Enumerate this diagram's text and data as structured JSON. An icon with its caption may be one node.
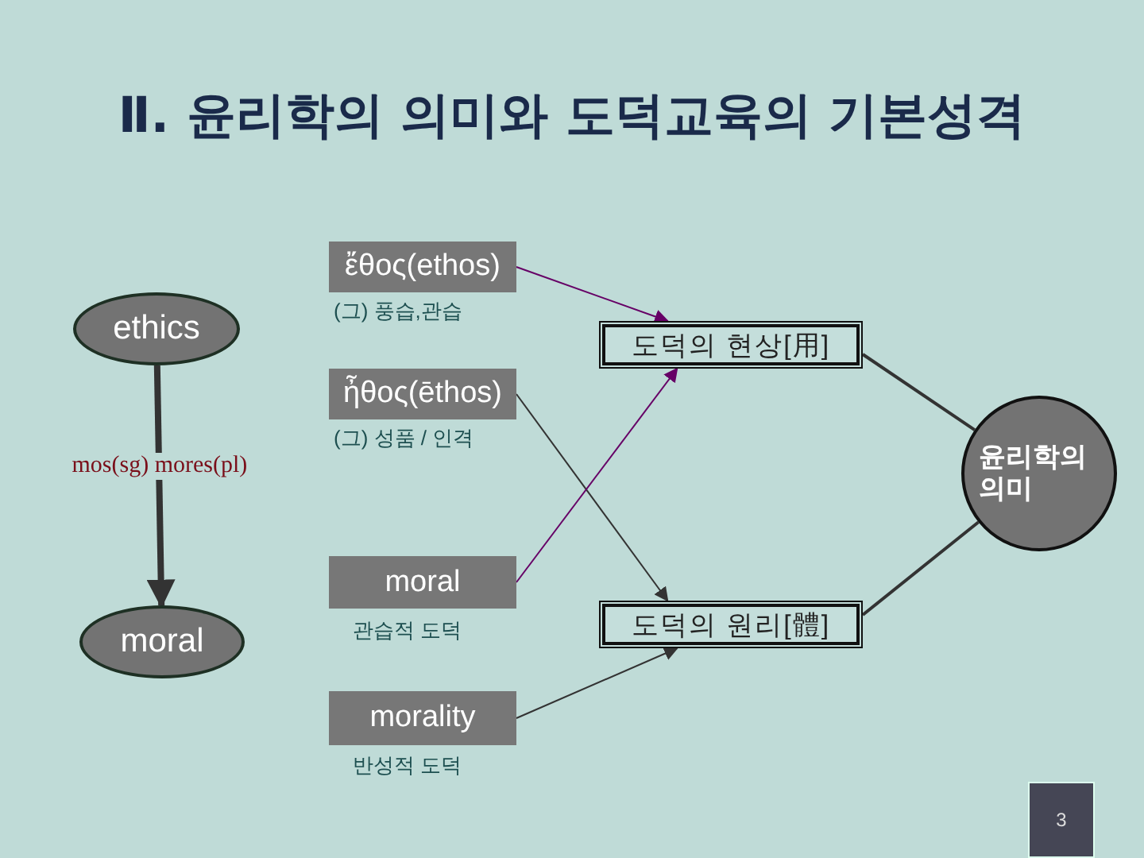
{
  "diagram": {
    "title": "Ⅱ. 윤리학의 의미와 도덕교육의 기본성격",
    "nodes": [
      {
        "text": [
          "ethics"
        ]
      },
      {
        "text": [
          "moral"
        ]
      },
      {
        "text": [
          "ἔθος(ethos)"
        ],
        "beside": [
          "(그) 풍습,관습"
        ]
      },
      {
        "text": [
          "ἦθος(ēthos)"
        ],
        "beside": [
          "(그) 성품 / 인격"
        ]
      },
      {
        "text": [
          "moral"
        ],
        "beside": [
          "관습적 도덕"
        ]
      },
      {
        "text": [
          "morality"
        ],
        "beside": [
          "반성적 도덕"
        ]
      },
      {
        "text": [
          "도덕의 현상[用]"
        ]
      },
      {
        "text": [
          "도덕의 원리[體]"
        ]
      },
      {
        "text": [
          "윤리학의 의미"
        ]
      }
    ],
    "edges": [
      {
        "from": 0,
        "to": 1,
        "arrow": "to",
        "label": "mos(sg) mores(pl)",
        "style": "thick"
      },
      {
        "from": 2,
        "to": 6,
        "arrow": "to",
        "color": "#660066"
      },
      {
        "from": 3,
        "to": 7,
        "arrow": "to"
      },
      {
        "from": 4,
        "to": 6,
        "arrow": "to",
        "color": "#660066"
      },
      {
        "from": 5,
        "to": 7,
        "arrow": "to"
      },
      {
        "from": 6,
        "to": 8,
        "arrow": "none"
      },
      {
        "from": 7,
        "to": 8,
        "arrow": "none"
      }
    ],
    "labels": [
      "3"
    ]
  }
}
